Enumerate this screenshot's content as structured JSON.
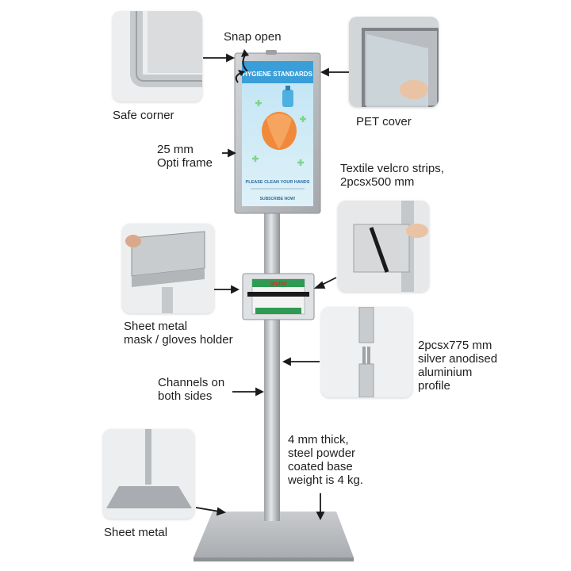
{
  "callouts": {
    "snap_open": "Snap open",
    "safe_corner": "Safe corner",
    "pet_cover": "PET cover",
    "opti_frame": "25 mm\nOpti frame",
    "velcro": "Textile velcro strips,\n2pcsx500 mm",
    "sheet_holder": "Sheet metal\nmask / gloves holder",
    "profile": "2pcsx775 mm\nsilver anodised\naluminium\nprofile",
    "channels": "Channels on\nboth sides",
    "base": "4 mm thick,\nsteel powder\ncoated base\nweight is 4 kg.",
    "sheet_metal": "Sheet metal"
  },
  "poster": {
    "title": "HYGIENE STANDARDS",
    "message": "PLEASE CLEAN YOUR HANDS",
    "footer": "SUBSCRIBE NOW!",
    "holder_brand": "Stylist"
  },
  "colors": {
    "frame": "#b9bcbf",
    "poster_bg": "#cfe9f5",
    "accent": "#3a9fd8",
    "hand": "#f08a3a"
  }
}
